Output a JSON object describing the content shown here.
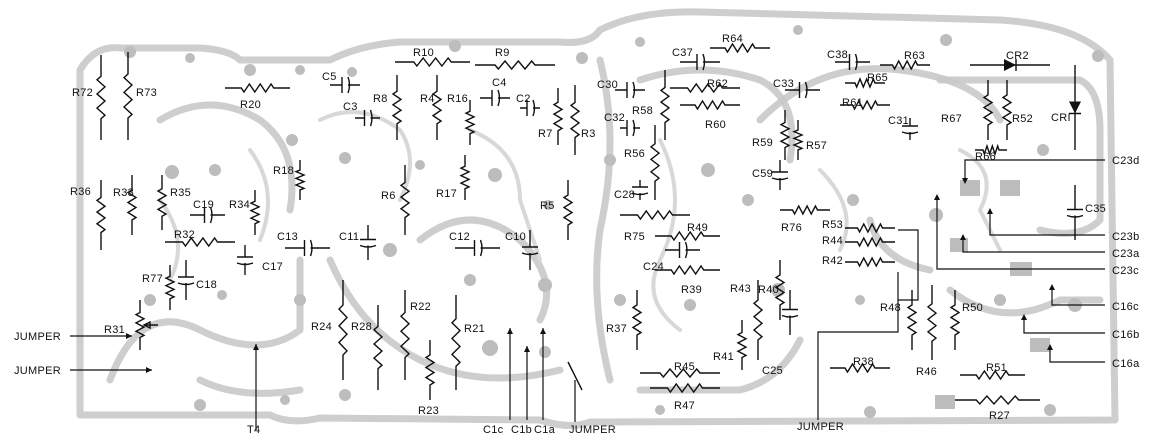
{
  "components": [
    {
      "id": "R72",
      "label": "R72",
      "type": "resistor"
    },
    {
      "id": "R73",
      "label": "R73",
      "type": "resistor"
    },
    {
      "id": "R20",
      "label": "R20",
      "type": "resistor"
    },
    {
      "id": "C5",
      "label": "C5",
      "type": "capacitor"
    },
    {
      "id": "C3",
      "label": "C3",
      "type": "capacitor"
    },
    {
      "id": "R8",
      "label": "R8",
      "type": "resistor"
    },
    {
      "id": "R10",
      "label": "R10",
      "type": "resistor"
    },
    {
      "id": "R4",
      "label": "R4",
      "type": "resistor"
    },
    {
      "id": "R16",
      "label": "R16",
      "type": "resistor"
    },
    {
      "id": "C4",
      "label": "C4",
      "type": "capacitor"
    },
    {
      "id": "R9",
      "label": "R9",
      "type": "resistor"
    },
    {
      "id": "C2",
      "label": "C2",
      "type": "capacitor"
    },
    {
      "id": "R7",
      "label": "R7",
      "type": "resistor"
    },
    {
      "id": "R3",
      "label": "R3",
      "type": "resistor"
    },
    {
      "id": "C37",
      "label": "C37",
      "type": "capacitor"
    },
    {
      "id": "R64",
      "label": "R64",
      "type": "resistor"
    },
    {
      "id": "C30",
      "label": "C30",
      "type": "capacitor"
    },
    {
      "id": "R62",
      "label": "R62",
      "type": "resistor"
    },
    {
      "id": "R58",
      "label": "R58",
      "type": "resistor"
    },
    {
      "id": "R60",
      "label": "R60",
      "type": "resistor"
    },
    {
      "id": "C32",
      "label": "C32",
      "type": "capacitor"
    },
    {
      "id": "R56",
      "label": "R56",
      "type": "resistor"
    },
    {
      "id": "C28",
      "label": "C28",
      "type": "capacitor"
    },
    {
      "id": "C38",
      "label": "C38",
      "type": "capacitor"
    },
    {
      "id": "R63",
      "label": "R63",
      "type": "resistor"
    },
    {
      "id": "R65",
      "label": "R65",
      "type": "resistor"
    },
    {
      "id": "C33",
      "label": "C33",
      "type": "capacitor"
    },
    {
      "id": "R61",
      "label": "R61",
      "type": "resistor"
    },
    {
      "id": "C31",
      "label": "C31",
      "type": "capacitor"
    },
    {
      "id": "R59",
      "label": "R59",
      "type": "resistor"
    },
    {
      "id": "R57",
      "label": "R57",
      "type": "resistor"
    },
    {
      "id": "C59",
      "label": "C59",
      "type": "capacitor"
    },
    {
      "id": "CR2",
      "label": "CR2",
      "type": "diode"
    },
    {
      "id": "CR1",
      "label": "CRI",
      "type": "diode"
    },
    {
      "id": "R67",
      "label": "R67",
      "type": "resistor"
    },
    {
      "id": "R52",
      "label": "R52",
      "type": "resistor"
    },
    {
      "id": "R66",
      "label": "R66",
      "type": "resistor"
    },
    {
      "id": "C35",
      "label": "C35",
      "type": "capacitor"
    },
    {
      "id": "R36",
      "label": "R36",
      "type": "resistor"
    },
    {
      "id": "R33",
      "label": "R33",
      "type": "resistor"
    },
    {
      "id": "R35",
      "label": "R35",
      "type": "resistor"
    },
    {
      "id": "C19",
      "label": "C19",
      "type": "capacitor"
    },
    {
      "id": "R34",
      "label": "R34",
      "type": "resistor"
    },
    {
      "id": "R18",
      "label": "R18",
      "type": "resistor"
    },
    {
      "id": "R6",
      "label": "R6",
      "type": "resistor"
    },
    {
      "id": "R17",
      "label": "R17",
      "type": "resistor"
    },
    {
      "id": "R5",
      "label": "R5",
      "type": "resistor"
    },
    {
      "id": "R32",
      "label": "R32",
      "type": "resistor"
    },
    {
      "id": "C13",
      "label": "C13",
      "type": "capacitor"
    },
    {
      "id": "C11",
      "label": "C11",
      "type": "capacitor"
    },
    {
      "id": "C12",
      "label": "C12",
      "type": "capacitor"
    },
    {
      "id": "C10",
      "label": "C10",
      "type": "capacitor"
    },
    {
      "id": "C17",
      "label": "C17",
      "type": "capacitor"
    },
    {
      "id": "R77",
      "label": "R77",
      "type": "resistor"
    },
    {
      "id": "C18",
      "label": "C18",
      "type": "capacitor"
    },
    {
      "id": "R31",
      "label": "R31",
      "type": "potentiometer"
    },
    {
      "id": "R24",
      "label": "R24",
      "type": "resistor"
    },
    {
      "id": "R28",
      "label": "R28",
      "type": "resistor"
    },
    {
      "id": "R22",
      "label": "R22",
      "type": "resistor"
    },
    {
      "id": "R21",
      "label": "R21",
      "type": "resistor"
    },
    {
      "id": "R23",
      "label": "R23",
      "type": "resistor"
    },
    {
      "id": "R75",
      "label": "R75",
      "type": "resistor"
    },
    {
      "id": "R49",
      "label": "R49",
      "type": "resistor"
    },
    {
      "id": "C24",
      "label": "C24",
      "type": "capacitor"
    },
    {
      "id": "R39",
      "label": "R39",
      "type": "resistor"
    },
    {
      "id": "R43",
      "label": "R43",
      "type": "resistor"
    },
    {
      "id": "R40",
      "label": "R40",
      "type": "resistor"
    },
    {
      "id": "R37",
      "label": "R37",
      "type": "resistor"
    },
    {
      "id": "R41",
      "label": "R41",
      "type": "resistor"
    },
    {
      "id": "C25",
      "label": "C25",
      "type": "capacitor"
    },
    {
      "id": "R45",
      "label": "R45",
      "type": "resistor"
    },
    {
      "id": "R47",
      "label": "R47",
      "type": "resistor"
    },
    {
      "id": "R76",
      "label": "R76",
      "type": "resistor"
    },
    {
      "id": "R53",
      "label": "R53",
      "type": "resistor"
    },
    {
      "id": "R44",
      "label": "R44",
      "type": "resistor"
    },
    {
      "id": "R42",
      "label": "R42",
      "type": "resistor"
    },
    {
      "id": "R48",
      "label": "R48",
      "type": "resistor"
    },
    {
      "id": "R50",
      "label": "R50",
      "type": "resistor"
    },
    {
      "id": "R46",
      "label": "R46",
      "type": "resistor"
    },
    {
      "id": "R38",
      "label": "R38",
      "type": "resistor"
    },
    {
      "id": "R51",
      "label": "R51",
      "type": "resistor"
    },
    {
      "id": "R27",
      "label": "R27",
      "type": "resistor"
    }
  ],
  "callouts": {
    "jumper_left_upper": "JUMPER",
    "jumper_left_lower": "JUMPER",
    "jumper_bottom_mid": "JUMPER",
    "jumper_bottom_right": "JUMPER",
    "t4": "T4",
    "c1c": "C1c",
    "c1b": "C1b",
    "c1a": "C1a",
    "c23d": "C23d",
    "c23b": "C23b",
    "c23a": "C23a",
    "c23c": "C23c",
    "c16c": "C16c",
    "c16b": "C16b",
    "c16a": "C16a"
  }
}
